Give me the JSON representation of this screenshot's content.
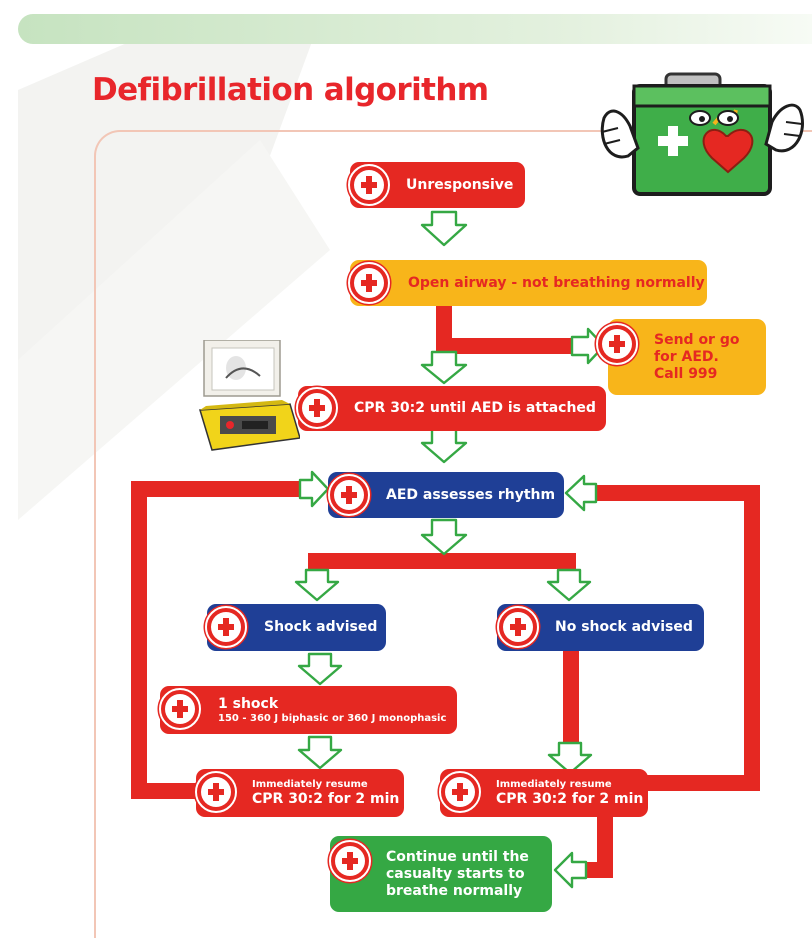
{
  "title": "Defibrillation algorithm",
  "nodes": {
    "unresponsive": "Unresponsive",
    "open_airway": "Open airway - not breathing normally",
    "send_aed": [
      "Send or go",
      "for AED.",
      "Call 999"
    ],
    "cpr_until_aed": "CPR 30:2 until AED is attached",
    "aed_assesses": "AED assesses rhythm",
    "shock_advised": "Shock advised",
    "no_shock_advised": "No shock advised",
    "one_shock": {
      "line1": "1 shock",
      "line2": "150 - 360 J biphasic or 360 J monophasic"
    },
    "resume_left": {
      "line1": "Immediately resume",
      "line2": "CPR 30:2 for 2 min"
    },
    "resume_right": {
      "line1": "Immediately resume",
      "line2": "CPR 30:2 for 2 min"
    },
    "continue": [
      "Continue until the",
      "casualty starts to",
      "breathe normally"
    ]
  },
  "colors": {
    "red": "#e52822",
    "blue": "#1f3f96",
    "orange": "#f8b51a",
    "green": "#35a844",
    "arrow_fill": "#ffffff",
    "arrow_outline": "#35a844"
  },
  "icons": {
    "node_badge": "first-aid-cross-icon",
    "mascot": "first-aid-kit-mascot",
    "device": "aed-device-image"
  }
}
